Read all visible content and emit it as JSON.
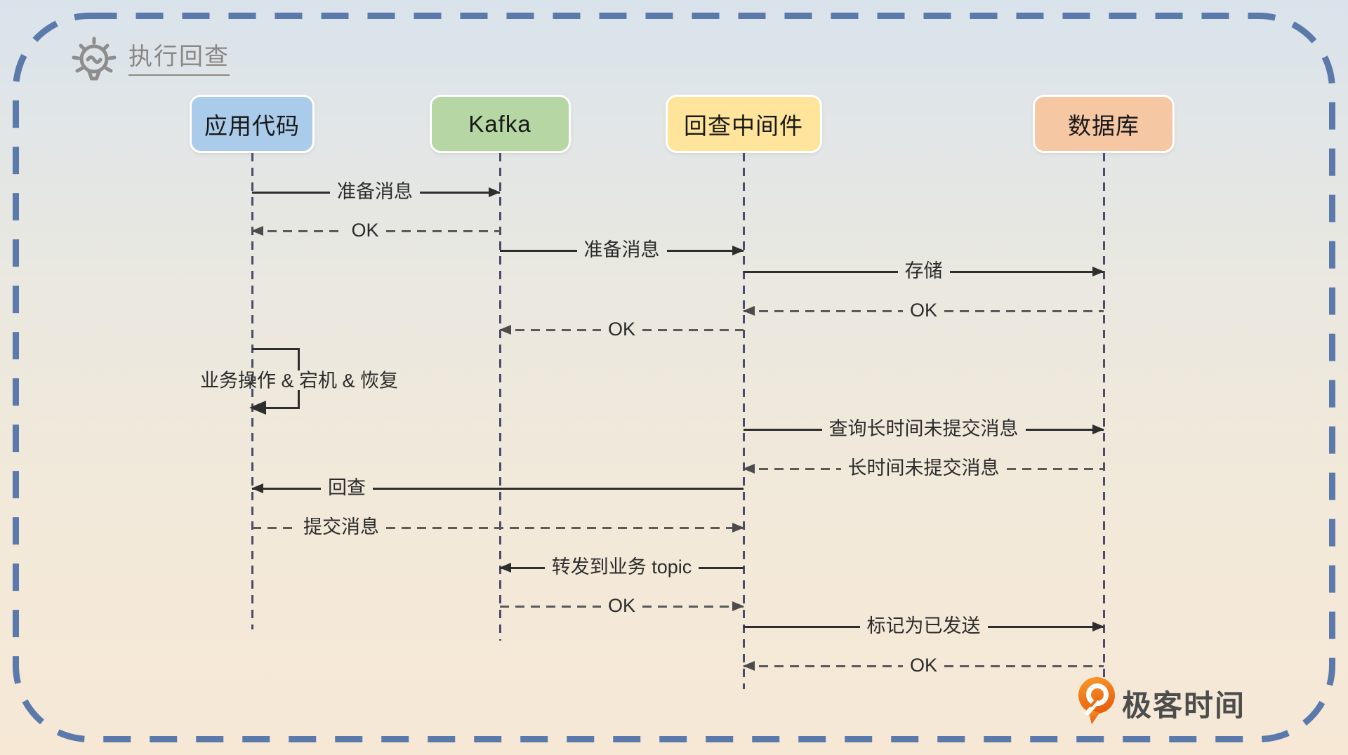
{
  "header": {
    "icon": "lightbulb-icon",
    "title": "执行回查"
  },
  "participants": [
    {
      "id": "app",
      "label": "应用代码",
      "color": "#aacbe9"
    },
    {
      "id": "kafka",
      "label": "Kafka",
      "color": "#b6d7a4"
    },
    {
      "id": "mw",
      "label": "回查中间件",
      "color": "#ffe49b"
    },
    {
      "id": "db",
      "label": "数据库",
      "color": "#f6c7a3"
    }
  ],
  "messages": [
    {
      "from": "app",
      "to": "kafka",
      "line": "solid",
      "label": "准备消息"
    },
    {
      "from": "kafka",
      "to": "app",
      "line": "dashed",
      "label": "OK"
    },
    {
      "from": "kafka",
      "to": "mw",
      "line": "solid",
      "label": "准备消息"
    },
    {
      "from": "mw",
      "to": "db",
      "line": "solid",
      "label": "存储"
    },
    {
      "from": "db",
      "to": "mw",
      "line": "dashed",
      "label": "OK"
    },
    {
      "from": "mw",
      "to": "kafka",
      "line": "dashed",
      "label": "OK"
    },
    {
      "from": "mw",
      "to": "db",
      "line": "solid",
      "label": "查询长时间未提交消息"
    },
    {
      "from": "db",
      "to": "mw",
      "line": "dashed",
      "label": "长时间未提交消息"
    },
    {
      "from": "mw",
      "to": "app",
      "line": "solid",
      "label": "回查"
    },
    {
      "from": "app",
      "to": "mw",
      "line": "dashed",
      "label": "提交消息"
    },
    {
      "from": "mw",
      "to": "kafka",
      "line": "solid",
      "label": "转发到业务 topic"
    },
    {
      "from": "kafka",
      "to": "mw",
      "line": "dashed",
      "label": "OK"
    },
    {
      "from": "mw",
      "to": "db",
      "line": "solid",
      "label": "标记为已发送"
    },
    {
      "from": "db",
      "to": "mw",
      "line": "dashed",
      "label": "OK"
    }
  ],
  "self_loop": {
    "actor": "app",
    "label": "业务操作 & 宕机 & 恢复"
  },
  "footer": {
    "logo_icon": "geektime-logo-icon",
    "logo_text": "极客时间"
  },
  "colors": {
    "frame_dash": "#5b79ab",
    "solid_line": "#2e2e2e",
    "dashed_line": "#5a5a5a",
    "lifeline": "#4b4b6b",
    "title_text": "#8a8781",
    "logo_orange": "#ee7117",
    "bg_top": "#d9e3eb",
    "bg_bottom": "#f6e8d5"
  }
}
